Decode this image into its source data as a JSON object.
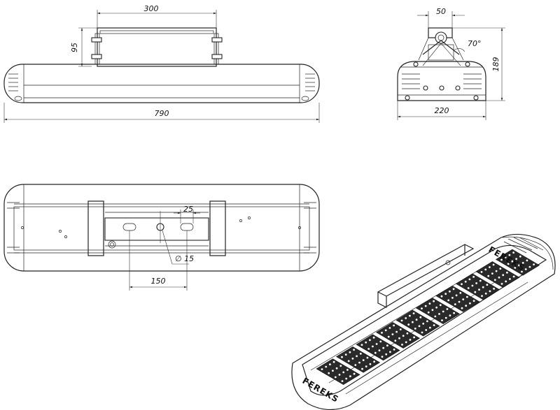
{
  "front_view": {
    "width_dim": "790",
    "bracket_width_dim": "300",
    "bracket_height_dim": "95"
  },
  "side_view": {
    "top_width_dim": "50",
    "angle_dim": "70°",
    "height_dim": "189",
    "width_dim": "220"
  },
  "bottom_view": {
    "slot_spacing_dim": "150",
    "slot_length_dim": "25",
    "hole_diameter_dim": "∅ 15"
  },
  "iso_view": {
    "brand_top": "FEREKS",
    "brand_bottom": "FEREKS"
  }
}
